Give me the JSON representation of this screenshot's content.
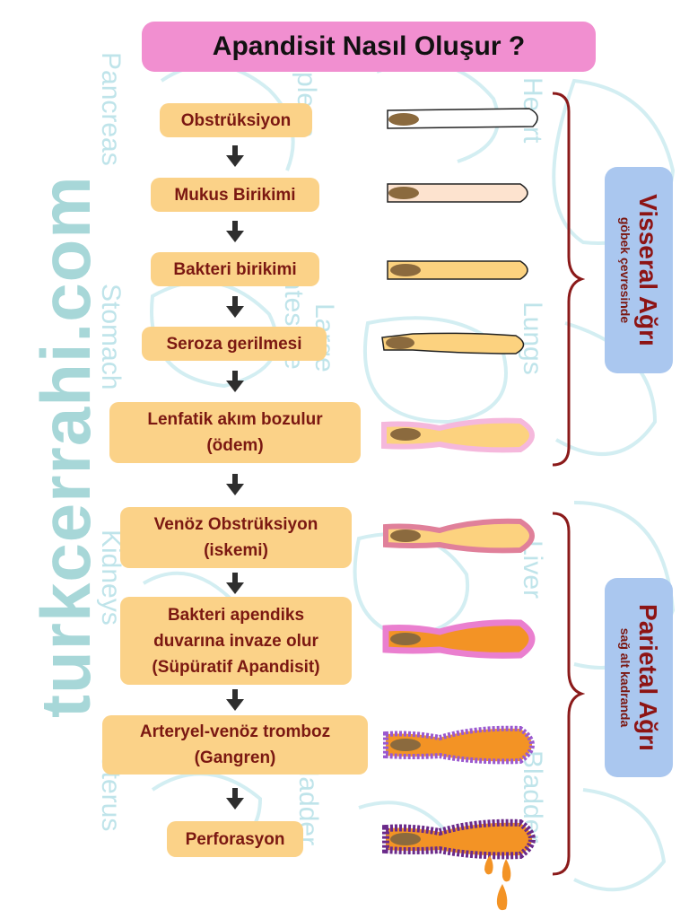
{
  "title": "Apandisit Nasıl Oluşur ?",
  "watermark": "turkcerrahi.com",
  "background_labels": [
    "Pancreas",
    "Spleen",
    "Heart",
    "Stomach",
    "Large",
    "intestine",
    "Lungs",
    "Kidneys",
    "Liver",
    "Uterus",
    "bladder",
    "Bladder"
  ],
  "steps": [
    {
      "lines": [
        "Obstrüksiyon"
      ]
    },
    {
      "lines": [
        "Mukus Birikimi"
      ]
    },
    {
      "lines": [
        "Bakteri birikimi"
      ]
    },
    {
      "lines": [
        "Seroza gerilmesi"
      ]
    },
    {
      "lines": [
        "Lenfatik akım bozulur",
        "(ödem)"
      ]
    },
    {
      "lines": [
        "Venöz Obstrüksiyon",
        "(iskemi)"
      ]
    },
    {
      "lines": [
        "Bakteri apendiks",
        "duvarına invaze olur",
        "(Süpüratif Apandisit)"
      ]
    },
    {
      "lines": [
        "Arteryel-venöz tromboz",
        "(Gangren)"
      ]
    },
    {
      "lines": [
        "Perforasyon"
      ]
    }
  ],
  "visceral": {
    "title": "Visseral Ağrı",
    "subtitle": "göbek çevresinde"
  },
  "parietal": {
    "title": "Parietal Ağrı",
    "subtitle": "sağ alt kadranda"
  },
  "colors": {
    "title_bg": "#f18fd0",
    "step_bg": "#fbd288",
    "step_text": "#7b1812",
    "pain_box": "#aac7ef",
    "pain_title": "#8d1414",
    "brace": "#8b1a1a",
    "fecalith": "#8b6a3e",
    "mucus": "#fde3cf",
    "bacteria": "#fcd27f",
    "pus": "#f39325",
    "edema": "#f5b8dc",
    "ischemia": "#e0809a",
    "inflamed": "#ea7fcf",
    "gangrene_edge": "#9b59d0",
    "necrosis": "#6b2a8a"
  }
}
